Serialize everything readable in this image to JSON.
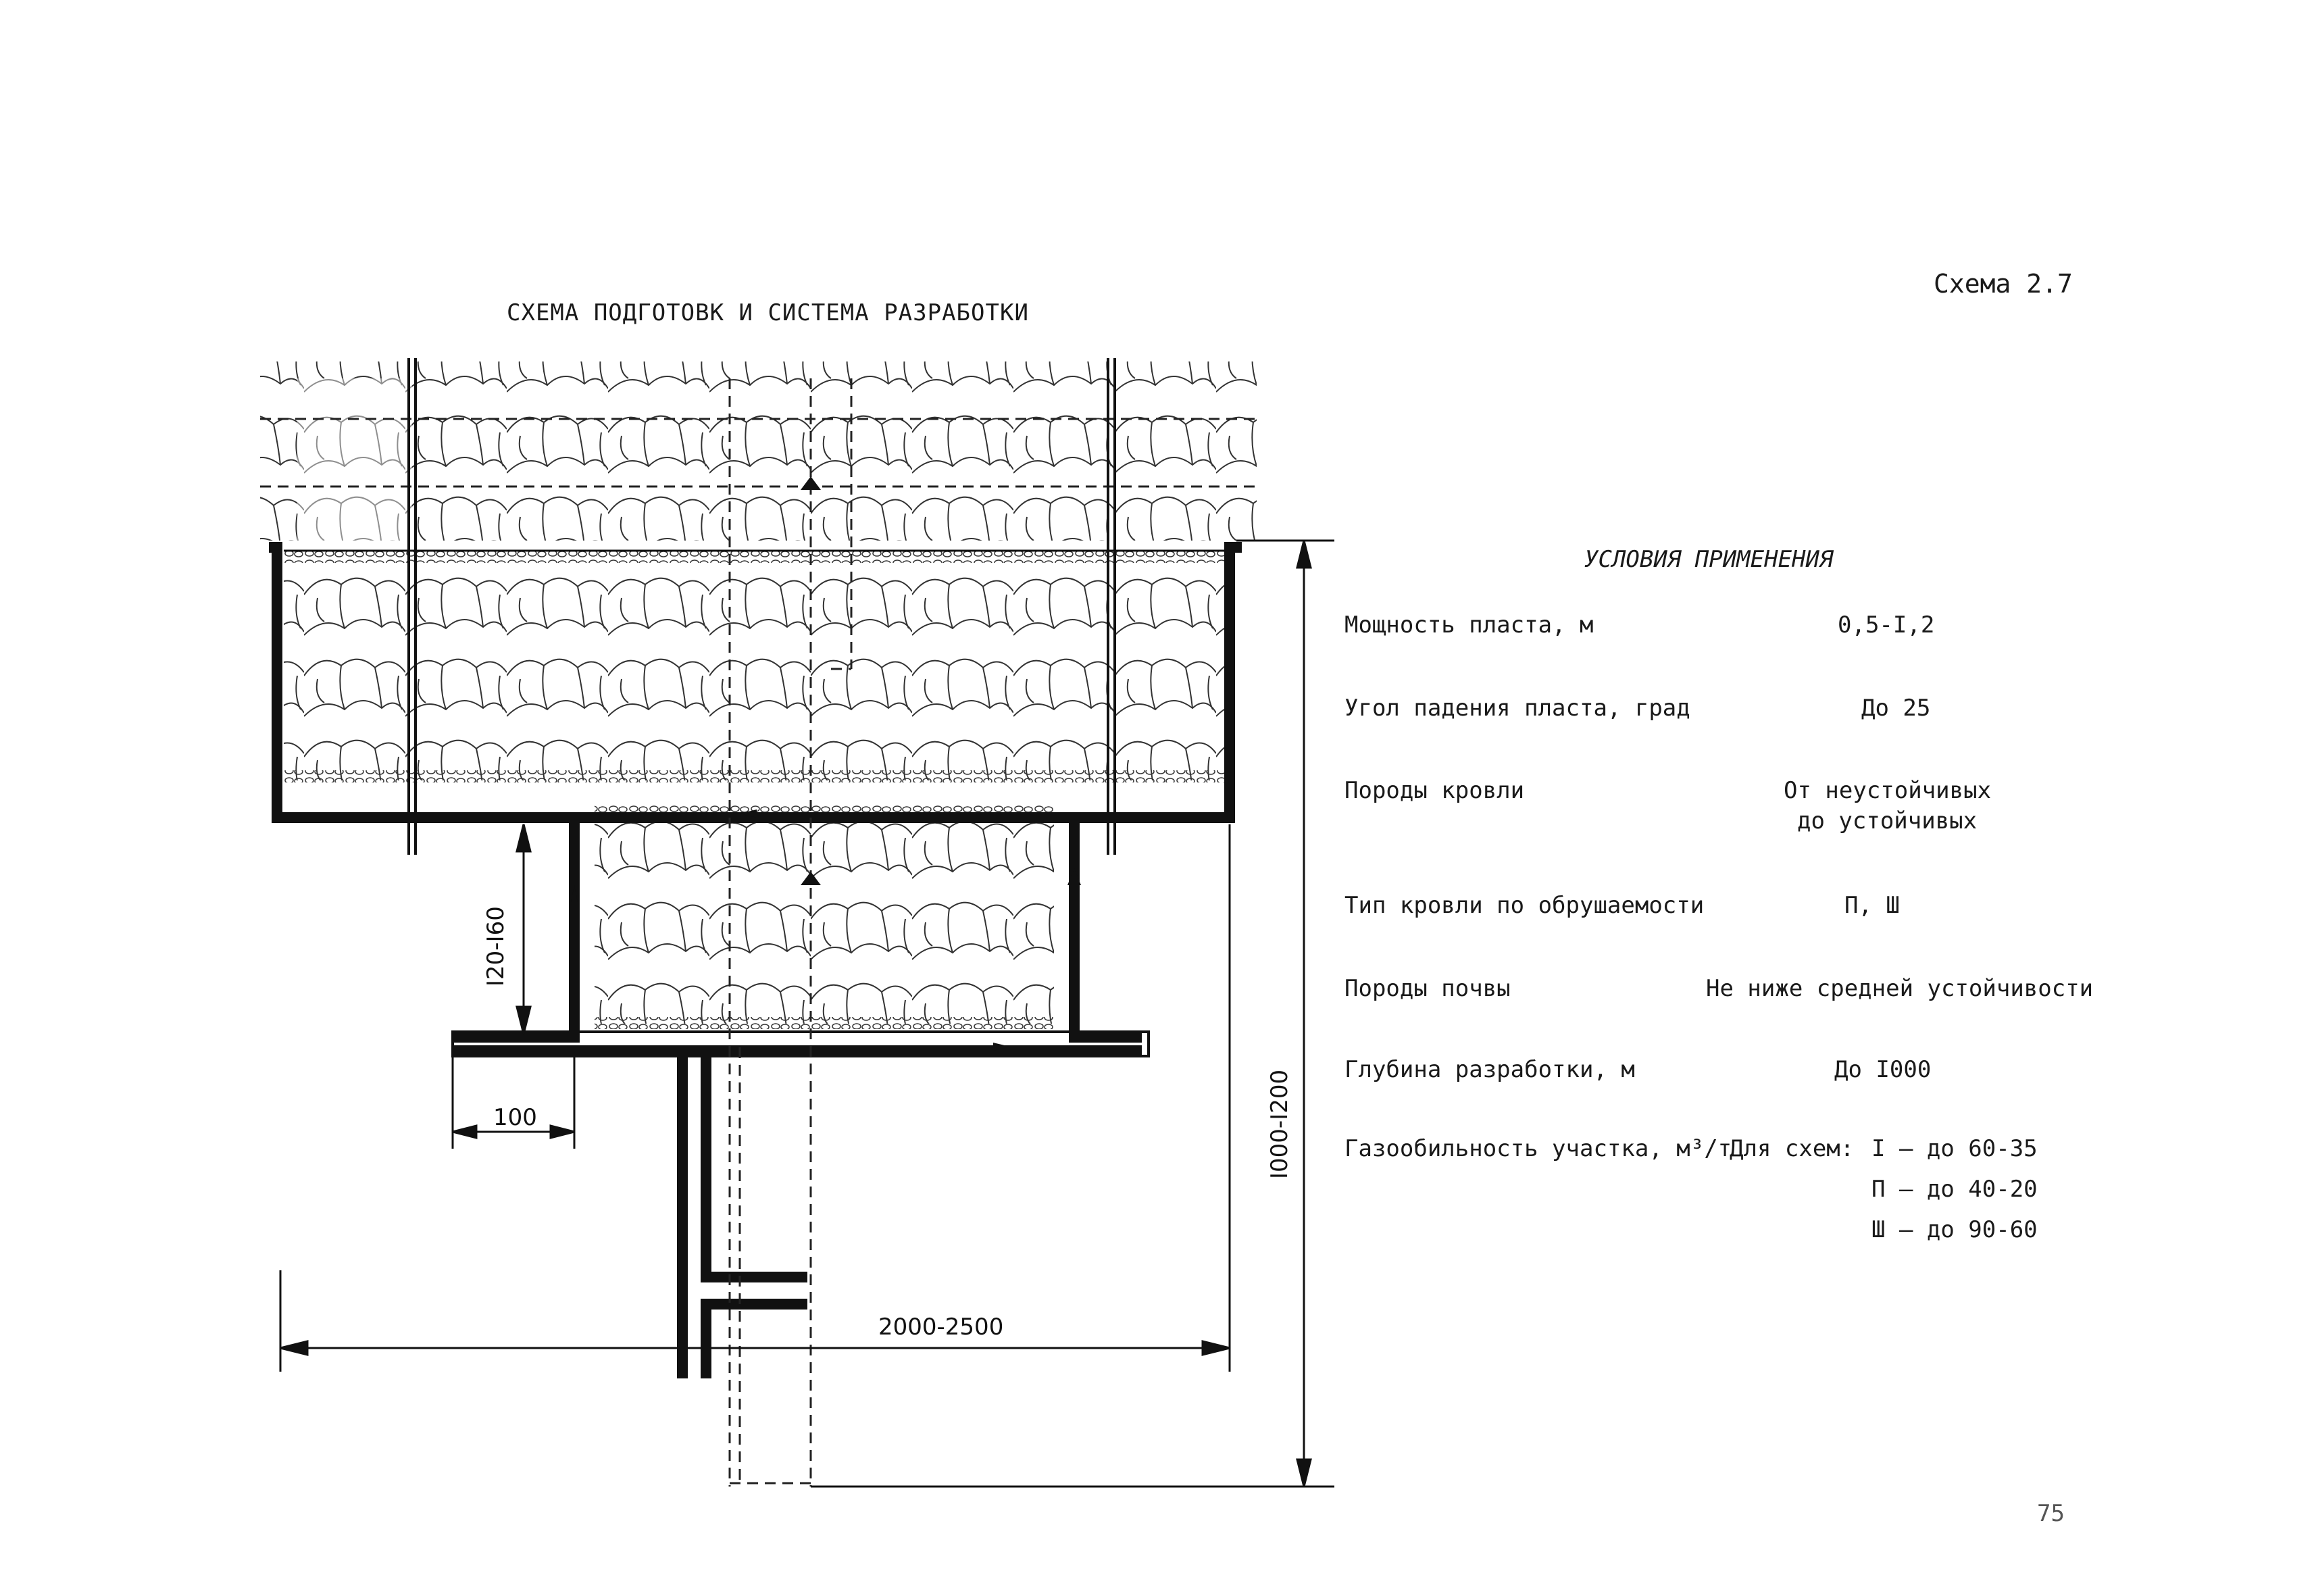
{
  "header": {
    "scheme_number": "Схема 2.7",
    "diagram_title": "СХЕМА ПОДГОТОВК И СИСТЕМА РАЗРАБОТКИ"
  },
  "conditions": {
    "title": "УСЛОВИЯ ПРИМЕНЕНИЯ",
    "rows": [
      {
        "label": "Мощность пласта, м",
        "value": "0,5-I,2"
      },
      {
        "label": "Угол падения пласта, град",
        "value": "До 25"
      },
      {
        "label": "Породы кровли",
        "value": "От неустойчивых",
        "value2": "до устойчивых"
      },
      {
        "label": "Тип кровли по обрушаемости",
        "value": "П, Ш"
      },
      {
        "label": "Породы почвы",
        "value": "Не ниже средней устойчивости"
      },
      {
        "label": "Глубина разработки, м",
        "value": "До I000"
      },
      {
        "label": "Газообильность участка, м³/т",
        "value": "Для схем:",
        "schemes": [
          "I – до 60-35",
          "П – до 40-20",
          "Ш – до 90-60"
        ]
      }
    ]
  },
  "dimensions": {
    "d1": "I20-I60",
    "d2": "100",
    "d3": "2000-2500",
    "d4": "I000-I200"
  },
  "page_number": "75"
}
